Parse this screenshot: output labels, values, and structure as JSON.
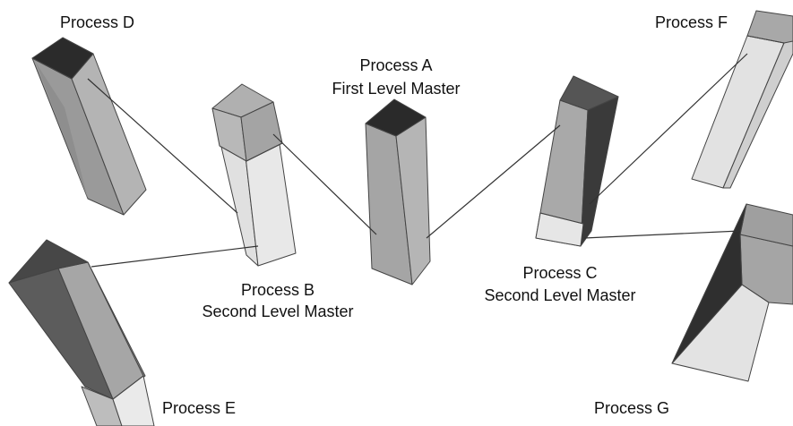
{
  "processes": {
    "a": {
      "name": "Process A",
      "role": "First Level Master"
    },
    "b": {
      "name": "Process B",
      "role": "Second Level Master"
    },
    "c": {
      "name": "Process C",
      "role": "Second Level Master"
    },
    "d": {
      "name": "Process D"
    },
    "e": {
      "name": "Process E"
    },
    "f": {
      "name": "Process F"
    },
    "g": {
      "name": "Process G"
    }
  },
  "colors": {
    "dark_top": "#2b2b2b",
    "mid_grey": "#a8a8a8",
    "light_grey": "#e4e4e4",
    "outline": "#444444",
    "connector": "#333333"
  }
}
